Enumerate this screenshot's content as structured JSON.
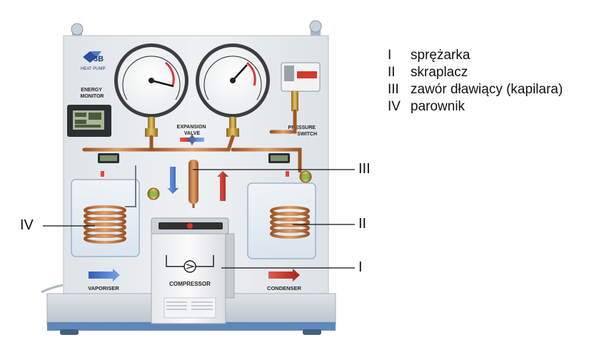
{
  "brand": {
    "logo_text": "3B",
    "product_text": "HEAT PUMP"
  },
  "panel_labels": {
    "energy_monitor": [
      "ENERGY",
      "MONITOR"
    ],
    "expansion_valve": [
      "EXPANSION",
      "VALVE"
    ],
    "pressure_switch": [
      "PRESSURE",
      "SWITCH"
    ],
    "vaporiser": "VAPORISER",
    "compressor": "COMPRESSOR",
    "condenser": "CONDENSER"
  },
  "legend": [
    {
      "num": "I",
      "text": "sprężarka"
    },
    {
      "num": "II",
      "text": "skraplacz"
    },
    {
      "num": "III",
      "text": "zawór dławiący (kapilara)"
    },
    {
      "num": "IV",
      "text": "parownik"
    }
  ],
  "callouts": {
    "vaporiser": "IV",
    "condenser": "II",
    "expansion_valve": "III",
    "compressor": "I"
  },
  "colors": {
    "panel": "#e9edf1",
    "copper": "#c8793f",
    "base": "#5f88b8",
    "hot_arrow": "#c7342e",
    "cold_arrow": "#3f6fc4"
  }
}
